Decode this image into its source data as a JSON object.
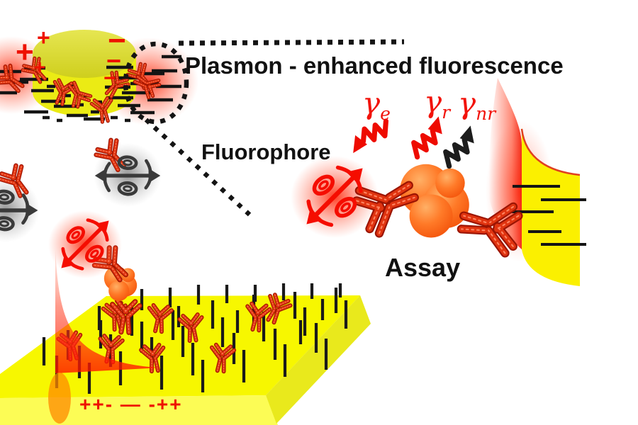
{
  "figure_title": "Plasmon - enhanced fluorescence",
  "labels": {
    "fluorophore": "Fluorophore",
    "assay": "Assay"
  },
  "decay_rates": {
    "gamma": "γ",
    "excitation_sub": "e",
    "radiative_sub": "r",
    "nonradiative_sub": "nr"
  },
  "charges": {
    "plus": "+",
    "minus": "−",
    "surface_row": "++- — -++"
  },
  "icons": {
    "fluorophore_icon": "dipole-emission-icon",
    "photon_icon": "photon-wiggle-arrow-icon",
    "antibody_icon": "antibody-y-icon",
    "antigen_icon": "antigen-blob-icon",
    "magnifier": "dotted-zoom-circle"
  },
  "colors": {
    "gold_surface": "#f6f600",
    "gold_disk_top": "#d9d932",
    "antibody_red": "#e03410",
    "accent_red": "#ee1100",
    "antigen_orange": "#ff7a28",
    "glow_red": "#ff1e00",
    "ink_black": "#141414"
  }
}
